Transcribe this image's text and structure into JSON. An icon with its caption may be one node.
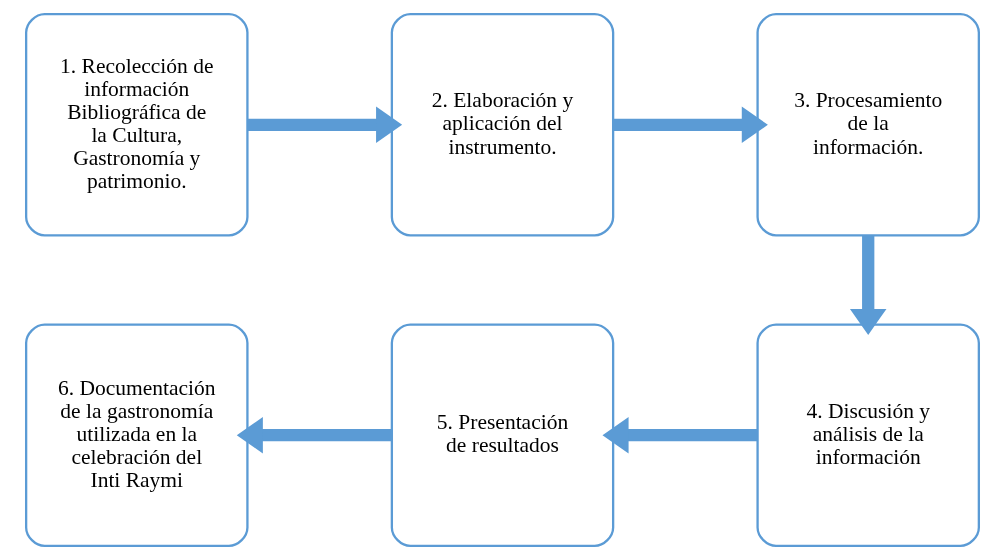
{
  "diagram": {
    "nodes": [
      {
        "text": [
          "1. Recolección de información Bibliográfica de la Cultura, Gastronomía y patrimonio."
        ]
      },
      {
        "text": [
          "2. Elaboración y aplicación del instrumento."
        ]
      },
      {
        "text": [
          "3. Procesamiento de la información."
        ]
      },
      {
        "text": [
          "4. Discusión y análisis de la información"
        ]
      },
      {
        "text": [
          "5. Presentación de resultados"
        ]
      },
      {
        "text": [
          "6. Documentación de la gastronomía utilizada en la celebración del Inti Raymi"
        ]
      }
    ],
    "edges": [
      {
        "from": 0,
        "to": 1,
        "arrow": "to"
      },
      {
        "from": 1,
        "to": 2,
        "arrow": "to"
      },
      {
        "from": 2,
        "to": 3,
        "arrow": "to"
      },
      {
        "from": 3,
        "to": 4,
        "arrow": "to"
      },
      {
        "from": 4,
        "to": 5,
        "arrow": "to"
      }
    ]
  }
}
